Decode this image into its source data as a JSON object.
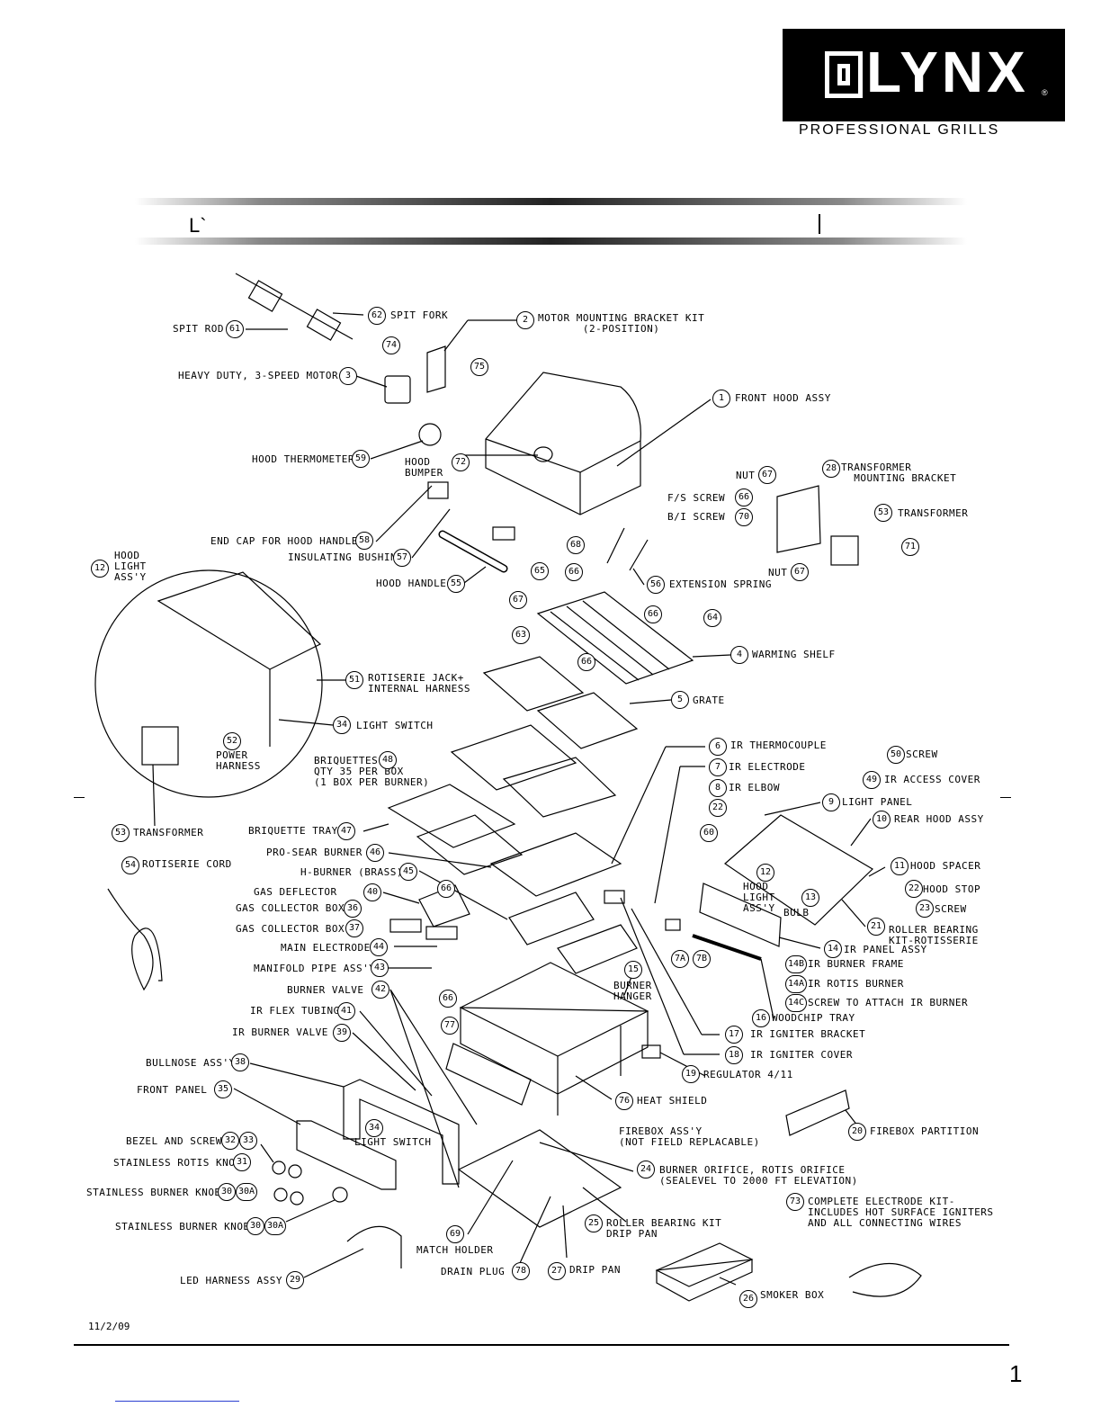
{
  "brand": {
    "name": "LYNX",
    "registered": "®",
    "tagline": "PROFESSIONAL GRILLS"
  },
  "parts": [
    {
      "num": "61",
      "label": "SPIT ROD"
    },
    {
      "num": "62",
      "label": "SPIT FORK"
    },
    {
      "num": "2",
      "label": "MOTOR MOUNTING BRACKET KIT\n       (2-POSITION)"
    },
    {
      "num": "74",
      "label": ""
    },
    {
      "num": "75",
      "label": ""
    },
    {
      "num": "3",
      "label": "HEAVY DUTY, 3-SPEED MOTOR"
    },
    {
      "num": "1",
      "label": "FRONT HOOD ASSY"
    },
    {
      "num": "59",
      "label": "HOOD THERMOMETER"
    },
    {
      "num": "72",
      "label": "HOOD\nBUMPER"
    },
    {
      "num": "28",
      "label": "TRANSFORMER\n  MOUNTING BRACKET"
    },
    {
      "num": "67",
      "label": "NUT"
    },
    {
      "num": "66",
      "label": "F/S SCREW"
    },
    {
      "num": "70",
      "label": "B/I SCREW"
    },
    {
      "num": "53",
      "label": "TRANSFORMER"
    },
    {
      "num": "71",
      "label": ""
    },
    {
      "num": "58",
      "label": "END CAP FOR HOOD HANDLE"
    },
    {
      "num": "68",
      "label": ""
    },
    {
      "num": "57",
      "label": "INSULATING BUSHING"
    },
    {
      "num": "55",
      "label": "HOOD HANDLE"
    },
    {
      "num": "56",
      "label": "EXTENSION SPRING"
    },
    {
      "num": "12",
      "label": "HOOD\nLIGHT\nASS'Y"
    },
    {
      "num": "65",
      "label": ""
    },
    {
      "num": "64",
      "label": ""
    },
    {
      "num": "63",
      "label": ""
    },
    {
      "num": "4",
      "label": "WARMING SHELF"
    },
    {
      "num": "51",
      "label": "ROTISERIE JACK+\nINTERNAL HARNESS"
    },
    {
      "num": "5",
      "label": "GRATE"
    },
    {
      "num": "34",
      "label": "LIGHT SWITCH"
    },
    {
      "num": "52",
      "label": "POWER\nHARNESS"
    },
    {
      "num": "48",
      "label": "BRIQUETTES\nQTY 35 PER BOX\n(1 BOX PER BURNER)"
    },
    {
      "num": "6",
      "label": "IR THERMOCOUPLE"
    },
    {
      "num": "50",
      "label": "SCREW"
    },
    {
      "num": "7",
      "label": "IR ELECTRODE"
    },
    {
      "num": "49",
      "label": "IR ACCESS COVER"
    },
    {
      "num": "8",
      "label": "IR ELBOW"
    },
    {
      "num": "9",
      "label": "LIGHT PANEL"
    },
    {
      "num": "47",
      "label": "BRIQUETTE TRAY"
    },
    {
      "num": "53",
      "label": "TRANSFORMER"
    },
    {
      "num": "10",
      "label": "REAR HOOD ASSY"
    },
    {
      "num": "46",
      "label": "PRO-SEAR BURNER"
    },
    {
      "num": "54",
      "label": "ROTISERIE CORD"
    },
    {
      "num": "45",
      "label": "H-BURNER (BRASS)"
    },
    {
      "num": "11",
      "label": "HOOD SPACER"
    },
    {
      "num": "22",
      "label": "HOOD STOP"
    },
    {
      "num": "23",
      "label": "SCREW"
    },
    {
      "num": "13",
      "label": "BULB"
    },
    {
      "num": "40",
      "label": "GAS DEFLECTOR"
    },
    {
      "num": "36",
      "label": "GAS COLLECTOR BOX"
    },
    {
      "num": "37",
      "label": "GAS COLLECTOR BOX"
    },
    {
      "num": "21",
      "label": "ROLLER BEARING\nKIT-ROTISSERIE"
    },
    {
      "num": "44",
      "label": "MAIN ELECTRODE"
    },
    {
      "num": "14",
      "label": "IR PANEL ASSY"
    },
    {
      "num": "43",
      "label": "MANIFOLD PIPE ASS'Y"
    },
    {
      "num": "14B",
      "label": "IR BURNER FRAME"
    },
    {
      "num": "42",
      "label": "BURNER VALVE"
    },
    {
      "num": "15",
      "label": "BURNER\nHANGER"
    },
    {
      "num": "14A",
      "label": "IR ROTIS BURNER"
    },
    {
      "num": "14C",
      "label": "SCREW TO ATTACH IR BURNER"
    },
    {
      "num": "41",
      "label": "IR FLEX TUBING"
    },
    {
      "num": "16",
      "label": "WOODCHIP TRAY"
    },
    {
      "num": "39",
      "label": "IR BURNER VALVE"
    },
    {
      "num": "17",
      "label": "IR IGNITER BRACKET"
    },
    {
      "num": "18",
      "label": "IR IGNITER COVER"
    },
    {
      "num": "38",
      "label": "BULLNOSE ASS'Y"
    },
    {
      "num": "19",
      "label": "REGULATOR 4/11"
    },
    {
      "num": "35",
      "label": "FRONT PANEL"
    },
    {
      "num": "76",
      "label": "HEAT SHIELD"
    },
    {
      "num": "20",
      "label": "FIREBOX PARTITION"
    },
    {
      "num": "32",
      "label": "BEZEL AND SCREW"
    },
    {
      "num": "31",
      "label": "STAINLESS ROTIS KNOB"
    },
    {
      "num": "30",
      "label": "STAINLESS BURNER KNOB"
    },
    {
      "num": "30",
      "label": "STAINLESS BURNER KNOB"
    },
    {
      "num": "24",
      "label": "BURNER ORIFICE, ROTIS ORIFICE\n(SEALEVEL TO 2000 FT ELEVATION)"
    },
    {
      "num": "73",
      "label": "COMPLETE ELECTRODE KIT-\nINCLUDES HOT SURFACE IGNITERS\nAND ALL CONNECTING WIRES"
    },
    {
      "num": "25",
      "label": "ROLLER BEARING KIT\nDRIP PAN"
    },
    {
      "num": "69",
      "label": "MATCH HOLDER"
    },
    {
      "num": "78",
      "label": "DRAIN PLUG"
    },
    {
      "num": "27",
      "label": "DRIP PAN"
    },
    {
      "num": "29",
      "label": "LED HARNESS ASSY"
    },
    {
      "num": "26",
      "label": "SMOKER BOX"
    }
  ],
  "extras": {
    "firebox": "FIREBOX ASS'Y\n(NOT FIELD REPLACABLE)",
    "n60": "60",
    "n66a": "66",
    "n66b": "66",
    "n66c": "66",
    "n66d": "66",
    "n66e": "66",
    "n67a": "67",
    "n7a": "7A",
    "n7b": "7B",
    "n77": "77",
    "n34b": "34",
    "n33": "33",
    "n30a1": "30A",
    "n30a2": "30A",
    "n22b": "22",
    "n12b": "12",
    "n67b": "67"
  },
  "footer": {
    "date": "11/2/09",
    "page": "1"
  }
}
